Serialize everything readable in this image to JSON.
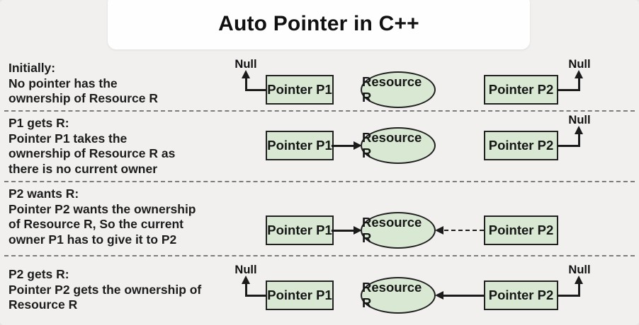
{
  "title": "Auto Pointer in C++",
  "colors": {
    "background": "#f1f0ee",
    "title_panel": "#fefefe",
    "node_fill": "#d8e8d2",
    "node_border": "#212121",
    "connector": "#1b1b1b",
    "separator": "#7c7c7c",
    "text": "#1c1c1c"
  },
  "node_labels": {
    "p1": "Pointer P1",
    "p2": "Pointer P2",
    "resource": "Resource R",
    "null_label": "Null"
  },
  "rows": [
    {
      "id": "initially",
      "caption": "Initially:\nNo pointer has the\nownership of Resource R",
      "p1_state": "null",
      "p2_state": "null",
      "resource_owner": "none"
    },
    {
      "id": "p1-gets-r",
      "caption": "P1 gets R:\nPointer P1 takes the\nownership of Resource R as\nthere is no current owner",
      "p1_state": "points-to-resource (solid arrow)",
      "p2_state": "null",
      "resource_owner": "P1"
    },
    {
      "id": "p2-wants-r",
      "caption": "P2 wants R:\nPointer P2 wants the ownership\nof Resource R, So the current\nowner P1 has to give it to P2",
      "p1_state": "points-to-resource (solid arrow)",
      "p2_state": "requests-resource (dashed arrow)",
      "resource_owner": "P1"
    },
    {
      "id": "p2-gets-r",
      "caption": "P2 gets R:\nPointer P2 gets the ownership of\nResource R",
      "p1_state": "null",
      "p2_state": "points-to-resource (solid arrow), previous null shown",
      "resource_owner": "P2"
    }
  ]
}
